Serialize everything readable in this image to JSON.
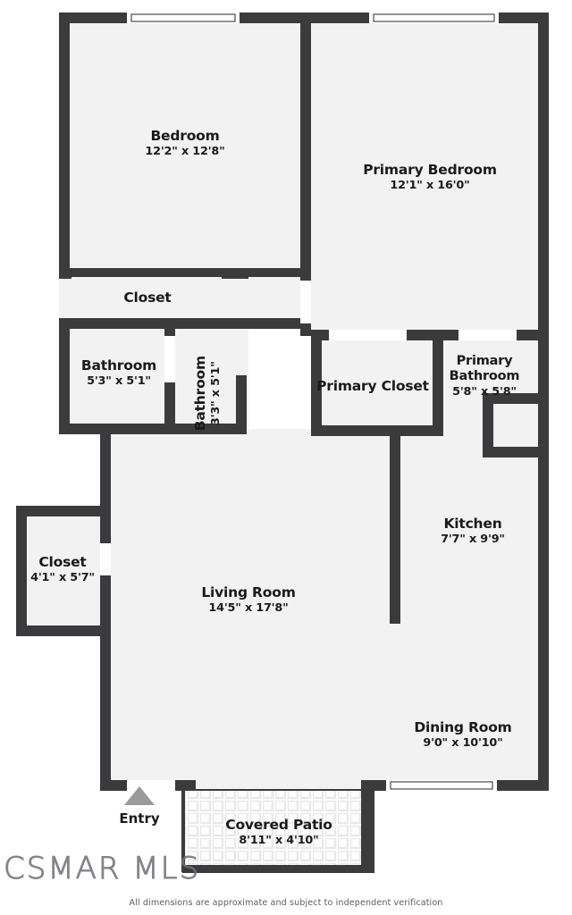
{
  "document": {
    "type": "floor-plan",
    "footnote": "All dimensions are approximate and subject to independent verification",
    "watermark": "CSMAR MLS",
    "entry_label": "Entry"
  },
  "colors": {
    "wall": "#3b3b3d",
    "room_fill": "#f2f2f2",
    "patio_fill": "#fbfbfb",
    "patio_tile": "#e6e6e6",
    "text": "#1a1a1a",
    "entry_marker": "#9a9a9a",
    "footnote_text": "#5d5d5d",
    "page": "#ffffff"
  },
  "rooms": [
    {
      "id": "bedroom",
      "name": "Bedroom",
      "dimensions": "12'2\" x 12'8\""
    },
    {
      "id": "primary-bedroom",
      "name": "Primary Bedroom",
      "dimensions": "12'1\" x 16'0\""
    },
    {
      "id": "closet-hall",
      "name": "Closet",
      "dimensions": ""
    },
    {
      "id": "bathroom",
      "name": "Bathroom",
      "dimensions": "5'3\" x 5'1\""
    },
    {
      "id": "bathroom-half",
      "name": "Bathroom",
      "dimensions": "3'3\" x 5'1\""
    },
    {
      "id": "primary-closet",
      "name": "Primary Closet",
      "dimensions": ""
    },
    {
      "id": "primary-bathroom",
      "name": "Primary Bathroom",
      "dimensions": "5'8\" x 5'8\""
    },
    {
      "id": "kitchen",
      "name": "Kitchen",
      "dimensions": "7'7\" x 9'9\""
    },
    {
      "id": "closet-entry",
      "name": "Closet",
      "dimensions": "4'1\" x 5'7\""
    },
    {
      "id": "living-room",
      "name": "Living Room",
      "dimensions": "14'5\" x 17'8\""
    },
    {
      "id": "dining-room",
      "name": "Dining Room",
      "dimensions": "9'0\" x 10'10\""
    },
    {
      "id": "covered-patio",
      "name": "Covered Patio",
      "dimensions": "8'11\" x 4'10\""
    }
  ]
}
